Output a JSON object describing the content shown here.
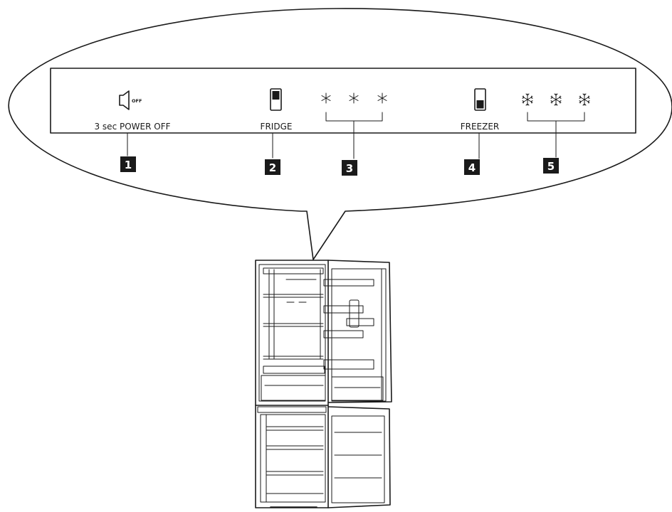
{
  "labels": {
    "power_off": "3 sec POWER OFF",
    "fridge": "FRIDGE",
    "freezer": "FREEZER",
    "off_icon_text": "OFF"
  },
  "callouts": [
    {
      "number": "1",
      "target": "power-off-button"
    },
    {
      "number": "2",
      "target": "fridge-button"
    },
    {
      "number": "3",
      "target": "fridge-temperature-indicators"
    },
    {
      "number": "4",
      "target": "freezer-button"
    },
    {
      "number": "5",
      "target": "freezer-temperature-indicators"
    }
  ],
  "icons": {
    "power_off": "speaker-off-icon",
    "fridge": "fridge-compartment-icon",
    "freezer": "freezer-compartment-icon",
    "fridge_levels": "single-snowflake-icon",
    "freezer_levels": "double-snowflake-icon"
  }
}
